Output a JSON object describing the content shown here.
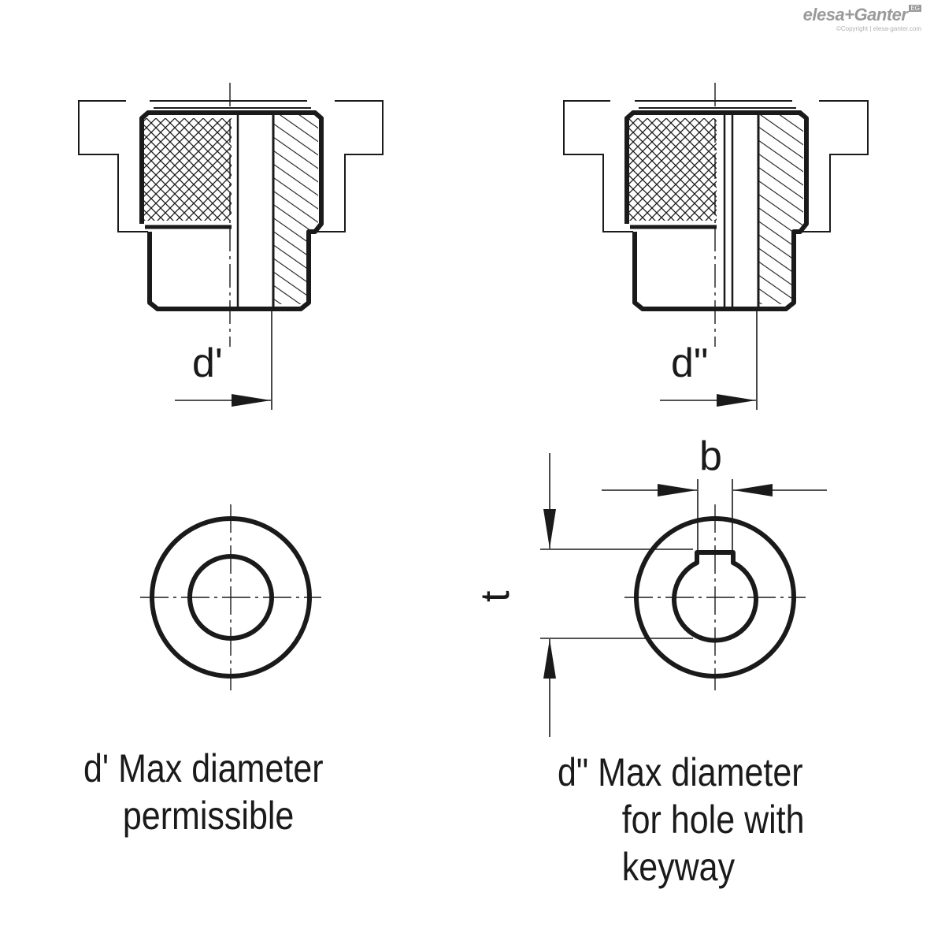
{
  "logo": {
    "brand": "elesa+Ganter",
    "badge": "EG",
    "copyright": "©Copyright | elesa-ganter.com"
  },
  "labels": {
    "d_single": "d'",
    "d_double": "d\"",
    "b": "b",
    "t": "t"
  },
  "captions": {
    "left": [
      "d' Max diameter",
      "permissible"
    ],
    "right": [
      "d\"  Max diameter",
      "for hole with",
      "keyway"
    ]
  },
  "colors": {
    "line": "#1a1a1a",
    "background": "#ffffff",
    "logo": "#9a9a9a"
  }
}
